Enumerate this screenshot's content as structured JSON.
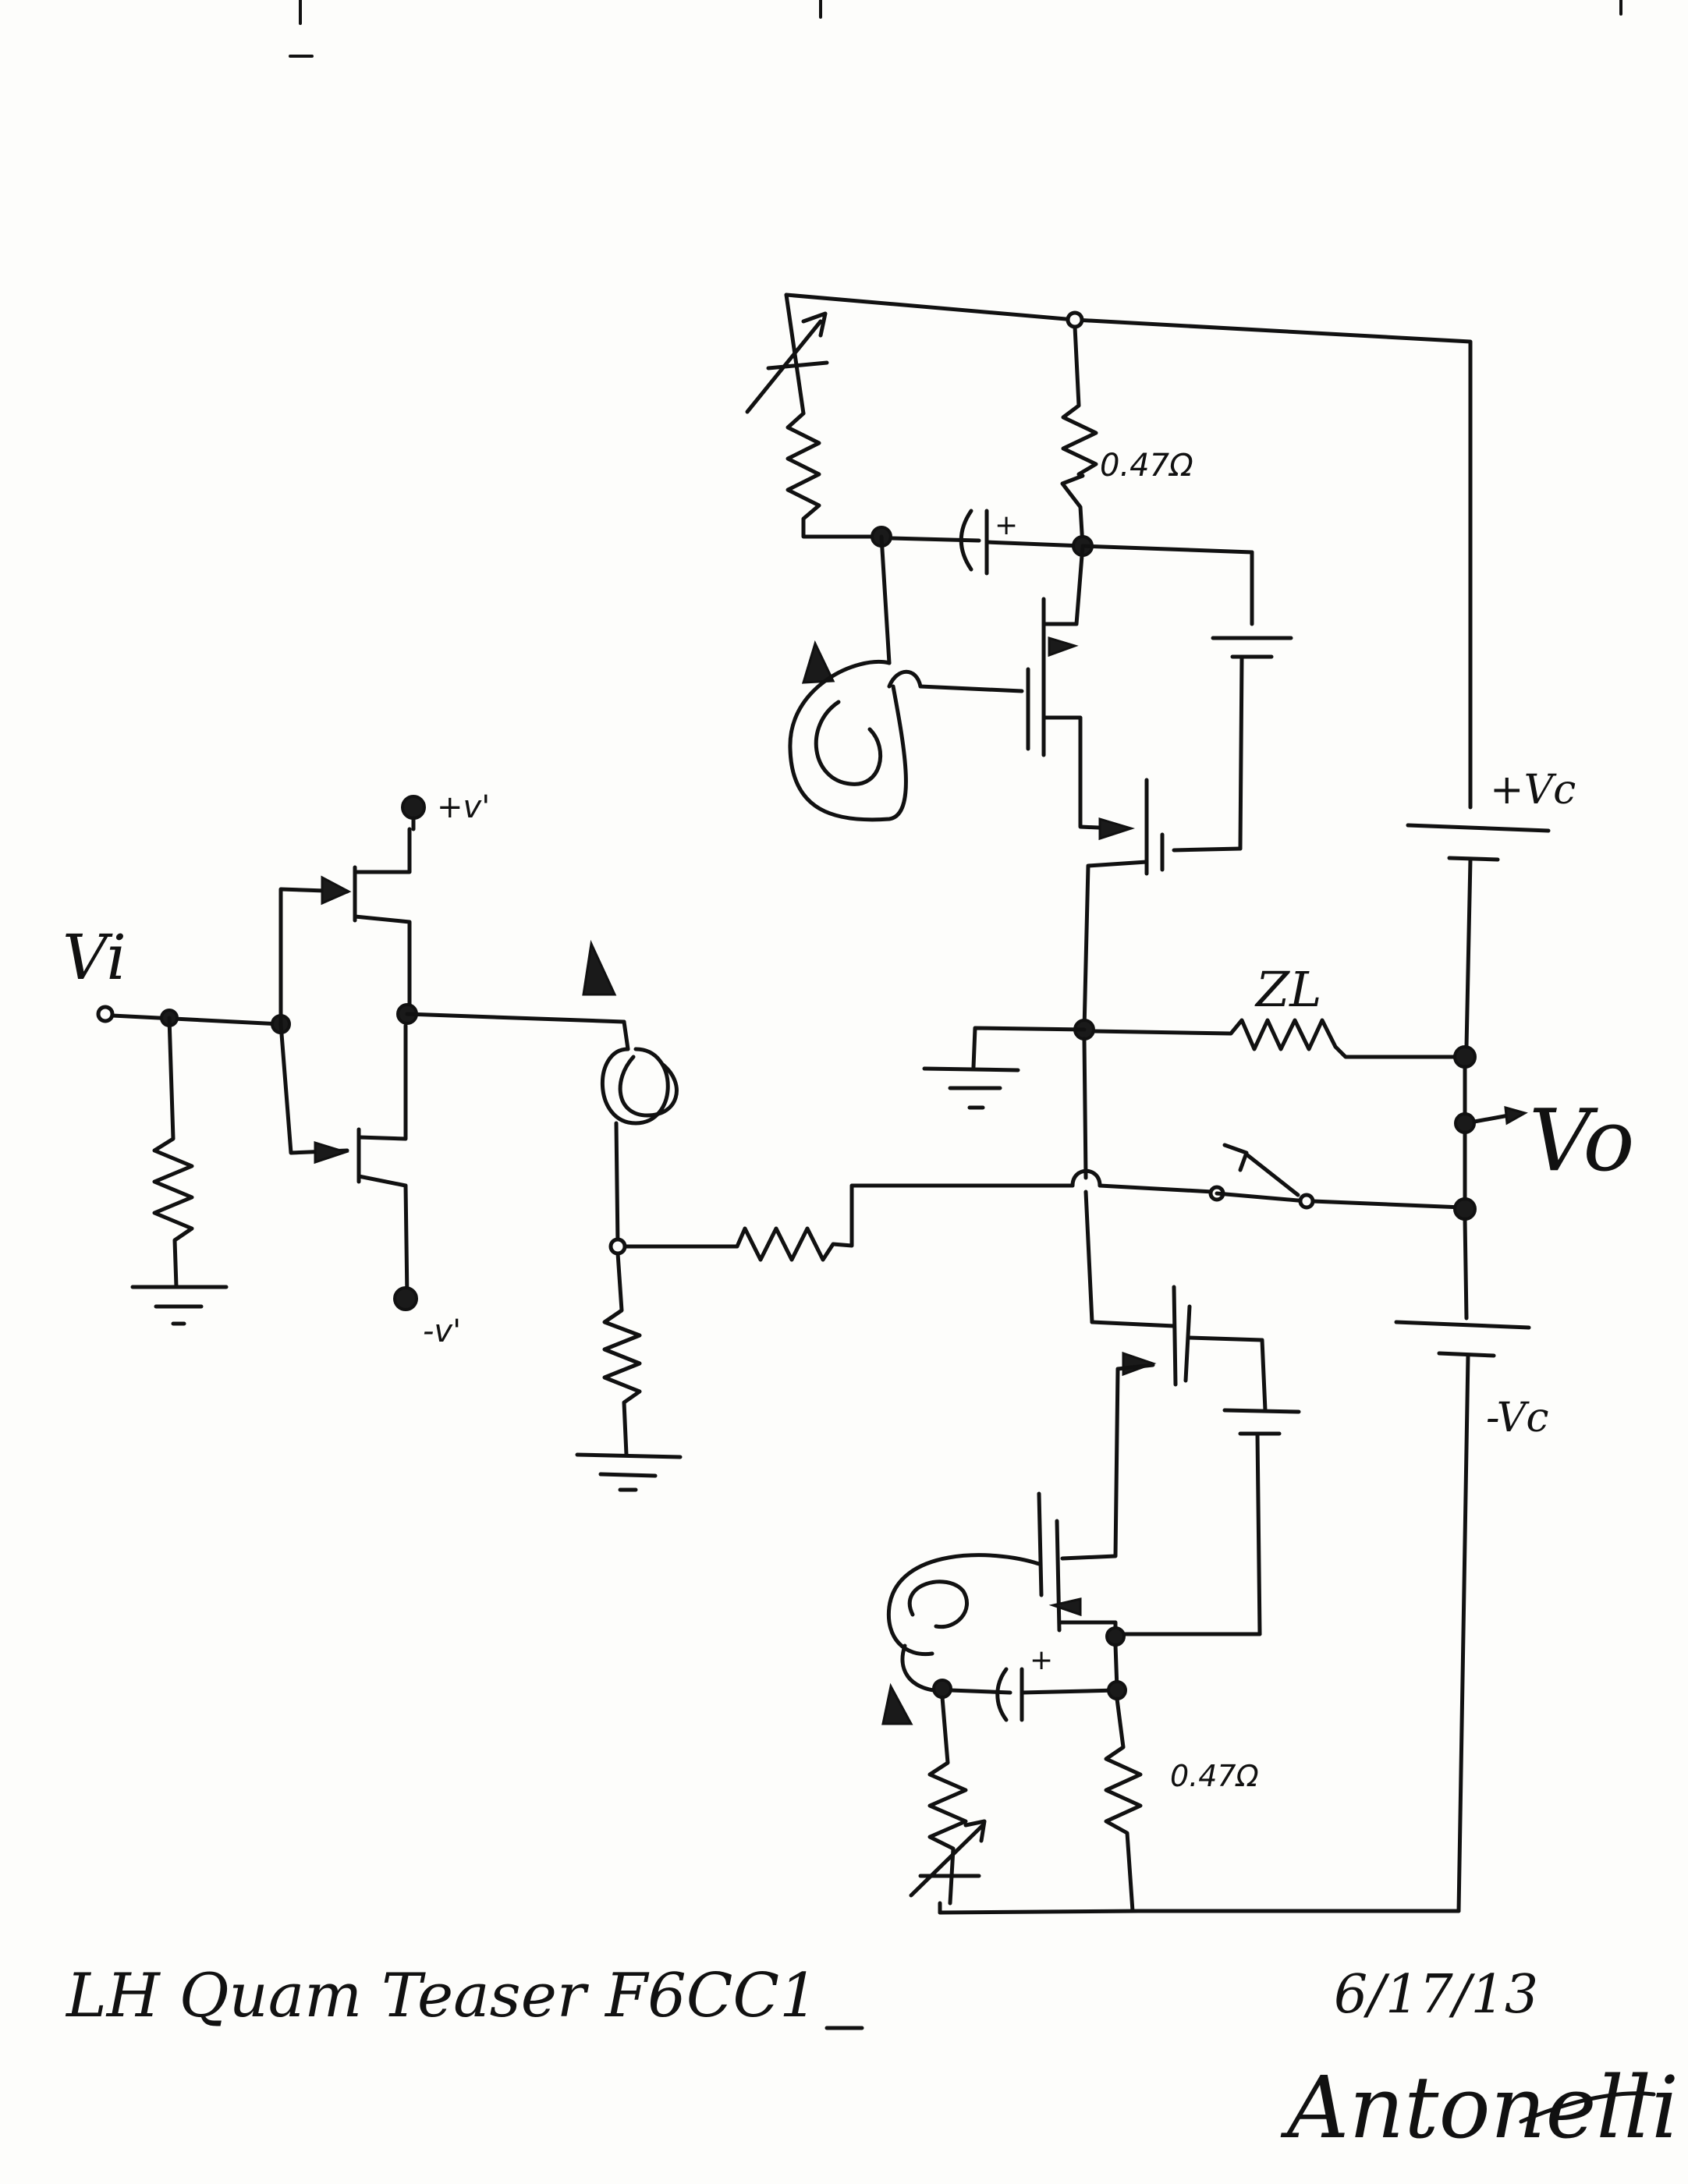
{
  "labels": {
    "input": "Vi",
    "output": "Vo",
    "pos_driver_supply": "+v'",
    "neg_driver_supply": "-v'",
    "pos_supply": "+Vc",
    "neg_supply": "-Vc",
    "load": "ZL",
    "top_resistor_value": "0.47Ω",
    "bottom_resistor_value": "0.47Ω",
    "cap_polarity_top": "+",
    "cap_polarity_bottom": "+"
  },
  "footer": {
    "title": "LH Quam Teaser F6CC1",
    "date": "6/17/13",
    "signature": "Antonelli"
  }
}
